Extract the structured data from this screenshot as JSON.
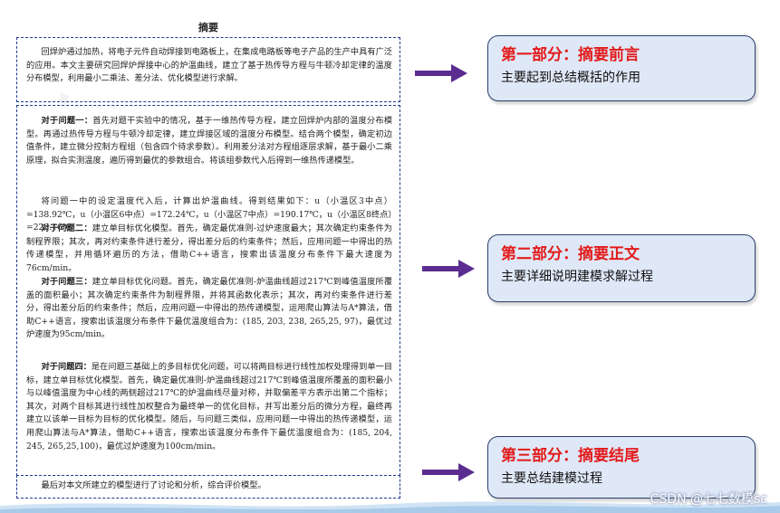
{
  "document": {
    "title": "摘要",
    "paragraphs": [
      {
        "lead": "",
        "text": "回焊炉通过加热，将电子元件自动焊接到电路板上，在集成电路板等电子产品的生产中具有广泛的应用。本文主要研究回焊炉焊接中心的炉温曲线，建立了基于热传导方程与牛顿冷却定律的温度分布模型，利用最小二乘法、差分法、优化模型进行求解。"
      },
      {
        "lead": "对于问题一：",
        "text": "首先对题干实验中的情况，基于一维热传导方程，建立回焊炉内部的温度分布模型。再通过热传导方程与牛顿冷却定律，建立焊接区域的温度分布模型。结合两个模型，确定初边值条件，建立微分控制方程组（包含四个待求参数）。利用差分法对方程组逐层求解，基于最小二乘原理，拟合实测温度，遍历得到最优的参数组合。将该组参数代入后得到一维热传递模型。"
      },
      {
        "lead": "",
        "text": "将问题一中的设定温度代入后，计算出炉温曲线。得到结果如下：u（小温区3中点）=138.92℃，u（小温区6中点）=172.24℃，u（小温区7中点）=190.17℃，u（小温区8终点）=223.16℃"
      },
      {
        "lead": "对于问题二：",
        "text": "建立单目标优化模型。首先，确定最优准则-过炉速度最大；其次确定约束条件为制程界限；其次，再对约束条件进行差分，得出差分后的约束条件；然后，应用问题一中得出的热传递模型，并用循环遍历的方法，借助C++语言，搜索出该温度分布条件下最大速度为76cm/min。"
      },
      {
        "lead": "对于问题三：",
        "text": "建立单目标优化问题。首先，确定最优准则-炉温曲线超过217℃到峰值温度所覆盖的面积最小；其次确定约束条件为制程界限，并将其函数化表示；其次，再对约束条件进行差分，得出差分后的约束条件；然后，应用问题一中得出的热传递模型，运用爬山算法与A*算法，借助C++语言，搜索出该温度分布条件下最优温度组合为：(185, 203, 238, 265,25, 97)，最优过炉速度为95cm/min。"
      },
      {
        "lead": "对于问题四：",
        "text": "是在问题三基础上的多目标优化问题，可以将两目标进行线性加权处理得到单一目标，建立单目标优化模型。首先，确定最优准则-炉温曲线超过217℃到峰值温度所覆盖的面积最小与以峰值温度为中心线的两侧超过217℃的炉温曲线尽量对称，并取偏差平方表示出第二个指标；其次，对两个目标其进行线性加权整合为最终单一的优化目标，并写出差分后的微分方程，最终再建立以该单一目标为目标的优化模型。随后，与问题三类似，应用问题一中得出的热传递模型，运用爬山算法与A*算法，借助C++语言，搜索出该温度分布条件下最优温度组合为：(185, 204, 245, 265,25,100)，最优过炉速度为100cm/min。"
      },
      {
        "lead": "",
        "text": "最后对本文所建立的模型进行了讨论和分析，综合评价模型。"
      }
    ]
  },
  "callouts": [
    {
      "title": "第一部分：摘要前言",
      "text": "主要起到总结概括的作用"
    },
    {
      "title": "第二部分：摘要正文",
      "text": "主要详细说明建模求解过程"
    },
    {
      "title": "第三部分：摘要结尾",
      "text": "主要总结建模过程"
    }
  ],
  "credit": "CSDN @七七数模sc",
  "colors": {
    "arrow": "#5b2d91",
    "callout_title": "#e31b1b",
    "box_border": "#1f3a8a"
  }
}
